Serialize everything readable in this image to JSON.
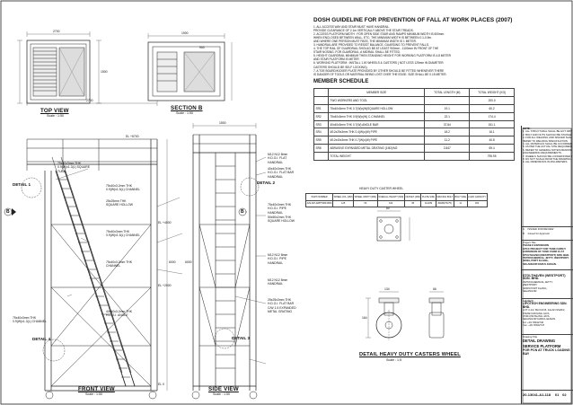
{
  "views": {
    "top": {
      "title": "TOP VIEW",
      "scale": "Scale : 1:50"
    },
    "section": {
      "title": "SECTION B",
      "scale": "Scale : 1:50"
    },
    "front": {
      "title": "FRONT VIEW",
      "scale": "Scale : 1:50"
    },
    "side": {
      "title": "SIDE VIEW",
      "scale": "Scale : 1:50"
    },
    "caster": {
      "title": "DETAIL HEAVY DUTY CASTERS WHEEL",
      "scale": "Scale : 1:5"
    }
  },
  "details": {
    "d1": "DETAIL 1",
    "d2": "DETAIL 2",
    "d3": "DETAIL 3",
    "d4": "DETAIL 4",
    "b_marker": "B"
  },
  "dims": {
    "top_width": "2700",
    "top_depth": "1500",
    "sec_width": "1900",
    "sec_inner": "900",
    "front_width": "2700",
    "front_height": "6000",
    "side_width": "1500",
    "side_height": "6000",
    "elev_platform": "EL  +5700",
    "elev_1": "EL  +4000",
    "elev_2": "EL  +2000",
    "elev_3": "EL  0",
    "caster_134": "134",
    "caster_66": "66",
    "caster_164": "164",
    "caster_80": "80"
  },
  "callouts": {
    "front_1": "75x40x3mm THK\n0.9(W)x1.3(L) SQUARE\nTUBE",
    "front_2": "75x40x3.2mm THK\n0.9(W)x1.5(L) CHANNEL",
    "front_3": "25x25mm THK\nSQUARE HOLLOW",
    "front_4": "75x40x3mm THK\n0.9(W)x1.5(L) CHANNEL",
    "front_5": "75x40x3.2mm THK\nCHANNEL",
    "front_6": "75x40x3mm THK\n0.9(W)x1.3(L) CHANNEL",
    "front_7": "40x40x3.2mm THK\nH.D.G.I. ANGLE",
    "side_1": "M12 N12 8mm\nH.D.G.I. FLAT\nHANDRAIL",
    "side_2": "40x40x3mm THK\nH.D.G.I. FLAT BAR\nHANDRAIL",
    "side_3": "75x40x3mm THK\nH.D.G.I. PIPE\nHANDRAIL",
    "side_4": "50x50x2mm THK\nSQUARE HOLLOW",
    "side_5": "M12 N12 8mm\nH.D.G.I. PIPE\nHANDRAIL",
    "side_6": "M12 N12 8mm\nHANDRAIL",
    "side_7": "25x25x3mm THK\nH.D.G.I. FLAT BAR\nC/W 1.5 EXPANDED\nMETAL GRATING"
  },
  "dosh": {
    "title": "DOSH GUIDELINE FOR PREVENTION OF FALL AT WORK PLACES (2007)",
    "lines": [
      "1. ALL ACCESS WAY AND STAIR MUST HAVE HANDRAIL.",
      "   PROVIDE CLEARANCE OF 2.1m VERTICALLY ABOVE THE STAIR TREADS.",
      "2. ACCESS PLATFORM WIDTH : FOR OPEN SIDE STAIR AND RAMPS MINIMUM WIDTH IS 600mm.",
      "   WHEN ENCLOSED BETWEEN WALL, ETC. THE MINIMUM WIDTH IS BETWEEN 0.1-0.9m.",
      "   AND WHERE ONE PERSON MUST PASS, THE MINIMUM WIDTH IS 1 METER.",
      "3. HANDRAIL ARE PROVIDED TO RESIST BALANCE, GUARDING TO PREVENT FALLS.",
      "4. THE TOP RAIL OF GUARDRAIL SHOULD BE AT LEAST 900mm - 1100mm IN FRONT OF THE",
      "   STAIR NOSING. FOR GUARDRAIL, A MIDRAIL SHALL BE FITTED.",
      "5. HEIGHT GUARDRAIL MINIMUM THEN STANDING HEIGHT FOR WORKING PLATFORM IS 4.8 METER",
      "   AND STAIR PLATFORM IS METER",
      "6. WORKING PLATFORM : INSTALL 1.00 WHEELS & CASTORS ( NOT LESS 125mm IN DIAMETER.",
      "   CASTERS SHOULD BE SELF LOCKING).",
      "7. A TOE BOARD/KICKER PLATE PROVIDED BY OTHER SHOULD BE FITTED WHENEVER THERE",
      "   IS DANGER OF TOOLS OR MATERIAL BEING LOST OVER THE EDGE. SIZE SHALL BE 0.15 METER."
    ]
  },
  "member_schedule": {
    "title": "MEMBER SCHEDULE",
    "headers": [
      "",
      "MEMBER SIZE",
      "TOTAL LENGTH (M)",
      "TOTAL WEIGHT (KG)"
    ],
    "rows": [
      [
        "",
        "TWO WORKERS AND TOOL",
        "",
        "200.0"
      ],
      [
        "SR1",
        "75x40x3mm THK 0.7(W)x(W)SQUARE HOLLOW",
        "19.1",
        "60.2"
      ],
      [
        "SR2",
        "75x40x3mm THK 0.9(W)x(W) C-CHANNEL",
        "22.1",
        "174.4"
      ],
      [
        "SR3",
        "40x40x3mm THK 0.7(W) ANGLE BAR",
        "37.84",
        "151.1"
      ],
      [
        "SR4",
        "M12x25x3mm THK 0.4(W)x(W) PIPE",
        "18.2",
        "16.1"
      ],
      [
        "SR5",
        "M12x40x3mm THK 0.7(W)x(W) PIPE",
        "11.2",
        "40.8"
      ],
      [
        "SR6",
        "ABRASIVE EXPANDED METAL GRATING (1M2)/M2",
        "2.847",
        "69.4"
      ],
      [
        "",
        "TOTAL WEIGHT",
        "",
        "795.95"
      ]
    ]
  },
  "caster_table": {
    "title": "HEAVY DUTY CASTER WHEEL",
    "headers": [
      "PART NUMBER",
      "WHEEL DIA. (MM)",
      "WHEEL WIDTH (MM)",
      "OVERALL HEIGHT (MM)",
      "OFFSET (MM)",
      "PLATE SIZE",
      "SPACING BOLT",
      "BOLT SIZE",
      "LOAD CAPACITY"
    ],
    "row": [
      "A29-WZ-4WPTSBK-BRK",
      "125",
      "50",
      "164",
      "38",
      "114x89",
      "89x89(75x75)",
      "11",
      "400"
    ]
  },
  "title_block": {
    "notes": [
      "NOTE :",
      "1. ALL STRUCTURAL SHALL BE HOT DIPPED GALVANISED.",
      "2. BOLT AND NUTS SHOULD BE STAINLESS STEEL 316.",
      "3. FOR ALL WELDING AND SPACER SHALL BE",
      "   REFER TO WELDING SPECIFICATION.",
      "4. ALL MATERIALS SHALL BE ACCORDED RESPECTIVELY.",
      "5. AS PER THE ACTUAL SITE REQUIREMENT.",
      "6. REFER TO GENERAL NOTES DRAWING FOR OTHER",
      "   ENGINEERING REQUIREMENTS.",
      "7. WHEELS SHOULD BE LOCKED/FIXED FIRMLY IN POSITION",
      "8. DO NOT SCALE FROM THE DRAWING, USE DIMS ONLY.",
      "9. ALL DIMENSIONS IN MILLIMETERS."
    ],
    "rev_a": "A",
    "rev_a_desc": "ISSUED FOR REVIEW",
    "rev_b": "B",
    "rev_b_desc": "Issued for Approval",
    "project_label": "Project Title",
    "project": [
      "PHASE 8 EXPANSION",
      "EPCC PROJECT FOR TANK FARM 5",
      "EXPANSION OF TANK FARM 10 AT",
      "STOLTHAVEN (WESTPORT) SDN. BHD.",
      "PETROCHEMICAL JETTY, WESTPORT,",
      "42009, PORT KLANG,",
      "SELANGOR DARUL EHSAN."
    ],
    "client": "STOLTHAVEN (WESTPORT) SDN. BHD.",
    "client_addr": [
      "PETROCHEMICAL JETTY,",
      "WESTPORT,",
      "42009 PORT KLANG,",
      "SELANGOR"
    ],
    "contractor_logo": "Lipotech",
    "contractor": "LIPOTECH ENGINEERING SDN. BHD.",
    "contractor_addr": [
      "LOT 3-1/2, BLOCK B, JALAN SS26/2,",
      "TAMAN MAYANG JAYA,",
      "47301 PETALING JAYA,",
      "SELANGOR DARUL EHSAN.",
      "Tel: +03 78042746",
      "Fax: +03 78042747"
    ],
    "title_label": "Drawing Title",
    "drawing_title_1": "DETAIL DRAWING",
    "drawing_title_2": "SERVICE PLATFORM",
    "drawing_title_3": "FOR PCN AT TRUCK LOADING BAY",
    "drawing_no": "20-13041-A1-118",
    "sheet": "01",
    "of": "02"
  }
}
